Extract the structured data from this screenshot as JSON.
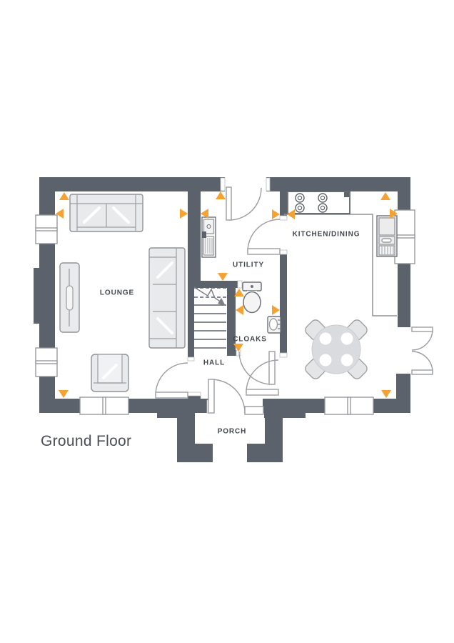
{
  "title": {
    "text": "Ground Floor"
  },
  "rooms": {
    "lounge": "LOUNGE",
    "utility": "UTILITY",
    "kitchen_dining": "KITCHEN/DINING",
    "cloaks": "CLOAKS",
    "hall": "HALL",
    "porch": "PORCH"
  },
  "colors": {
    "wall": "#5c626b",
    "furniture_outline": "#8f9297",
    "furniture_fill": "#e9eaeb",
    "fixture_outline": "#6e7278",
    "door_arc": "#9a9da1",
    "marker_orange": "#f6a233",
    "room_label_text": "#42474e",
    "title_text": "#4b4f55",
    "background": "#ffffff"
  },
  "fixtures": [
    "sofa-2-seat",
    "sofa-3-seat",
    "armchair",
    "media-unit",
    "utility-sink",
    "staircase-up",
    "wc-toilet",
    "hand-basin",
    "hob-4-ring",
    "oven-housing",
    "worktop",
    "dining-table-round",
    "dining-chair",
    "window",
    "internal-door",
    "front-door",
    "back-door",
    "french-doors",
    "porch-pillar",
    "dimension-arrow"
  ],
  "marker_count": 16
}
